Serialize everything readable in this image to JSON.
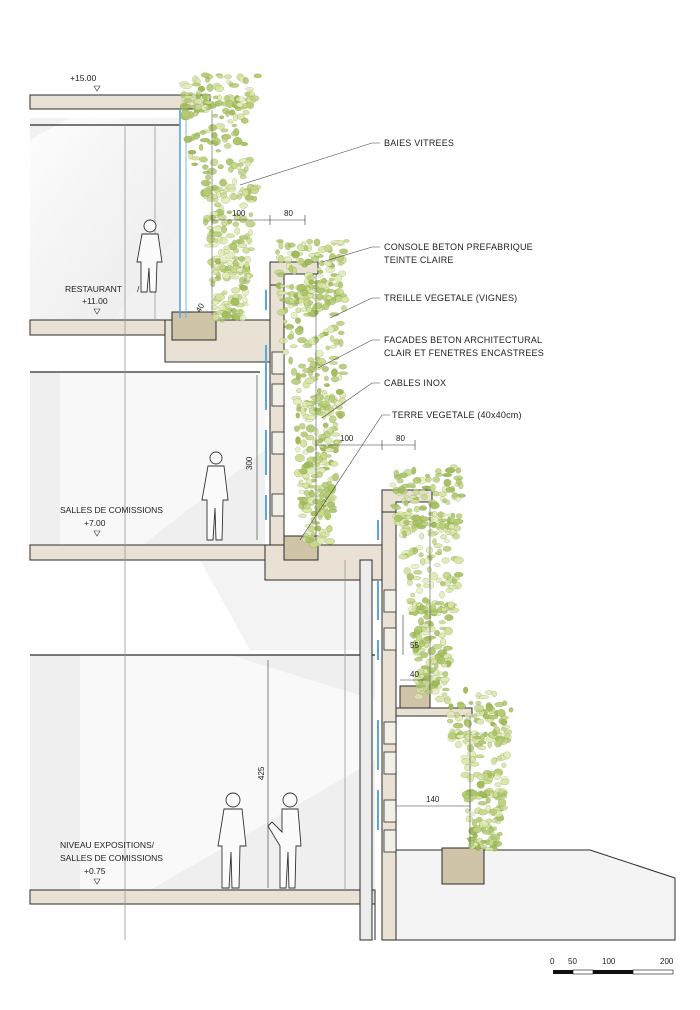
{
  "levels": [
    {
      "value": "+15.00"
    },
    {
      "name": "RESTAURANT",
      "value": "+11.00"
    },
    {
      "name": "SALLES DE COMISSIONS",
      "value": "+7.00"
    },
    {
      "name_line1": "NIVEAU EXPOSITIONS/",
      "name_line2": "SALLES DE COMISSIONS",
      "value": "+0.75"
    }
  ],
  "annotations": {
    "baies": "BAIES VITREES",
    "console_1": "CONSOLE BETON PREFABRIQUE",
    "console_2": "TEINTE CLAIRE",
    "treille": "TREILLE VEGETALE (VIGNES)",
    "facades_1": "FACADES BETON ARCHITECTURAL",
    "facades_2": "CLAIR ET FENETRES ENCASTREES",
    "cables": "CABLES INOX",
    "terre": "TERRE VEGETALE (40x40cm)"
  },
  "dimensions": {
    "d100_top": "100",
    "d80_top": "80",
    "d100_mid": "100",
    "d80_mid": "80",
    "d300": "300",
    "d425": "425",
    "d55": "55",
    "d40": "40",
    "d140": "140",
    "d40_small": "40"
  },
  "scale_bar": {
    "ticks": [
      "0",
      "50",
      "100",
      "200"
    ]
  },
  "colors": {
    "concrete": "#e9e2d4",
    "soil": "#cfc3a8",
    "glass": "#5aa6e0",
    "foliage": "#b9cf7a",
    "foliage_dark": "#8fab4e",
    "line": "#2b2b2b"
  }
}
